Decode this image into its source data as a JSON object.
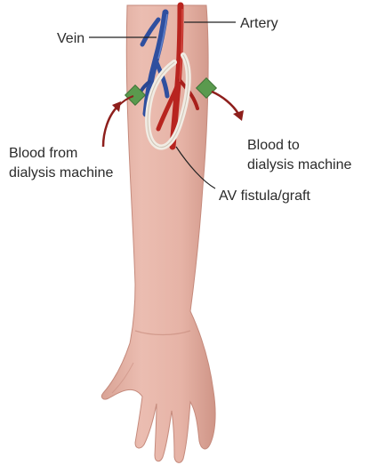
{
  "labels": {
    "vein": "Vein",
    "artery": "Artery",
    "blood_from_line1": "Blood from",
    "blood_from_line2": "dialysis machine",
    "blood_to_line1": "Blood to",
    "blood_to_line2": "dialysis machine",
    "av_fistula": "AV fistula/graft"
  },
  "colors": {
    "skin": "#e7b7ab",
    "skin_shadow": "#d49c8f",
    "vein": "#2f4f9f",
    "artery": "#b8241f",
    "graft": "#f1ece4",
    "clamp": "#5a9a4e",
    "flow_arrow": "#8e1f1c",
    "leader_line": "#222222"
  }
}
